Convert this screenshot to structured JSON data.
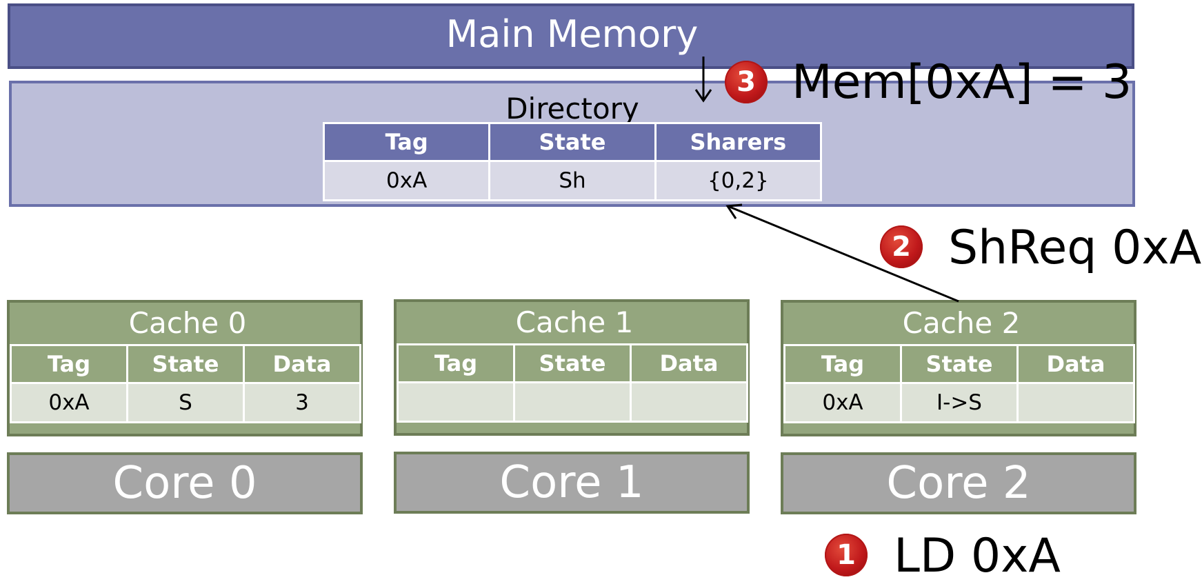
{
  "main_memory": {
    "label": "Main Memory"
  },
  "directory": {
    "title": "Directory",
    "headers": [
      "Tag",
      "State",
      "Sharers"
    ],
    "rows": [
      [
        "0xA",
        "Sh",
        "{0,2}"
      ]
    ]
  },
  "caches": [
    {
      "title": "Cache 0",
      "headers": [
        "Tag",
        "State",
        "Data"
      ],
      "row": [
        "0xA",
        "S",
        "3"
      ]
    },
    {
      "title": "Cache 1",
      "headers": [
        "Tag",
        "State",
        "Data"
      ],
      "row": [
        "",
        "",
        ""
      ]
    },
    {
      "title": "Cache 2",
      "headers": [
        "Tag",
        "State",
        "Data"
      ],
      "row": [
        "0xA",
        "I->S",
        ""
      ]
    }
  ],
  "cores": [
    "Core 0",
    "Core 1",
    "Core 2"
  ],
  "steps": [
    {
      "number": "1",
      "text": "LD 0xA"
    },
    {
      "number": "2",
      "text": "ShReq 0xA"
    },
    {
      "number": "3",
      "text": "Mem[0xA] = 3"
    }
  ],
  "colors": {
    "memory": "#6a70aa",
    "directory_bg": "#bcbed9",
    "cache": "#94a67e",
    "core": "#a6a6a6",
    "badge": "#c0191b"
  }
}
